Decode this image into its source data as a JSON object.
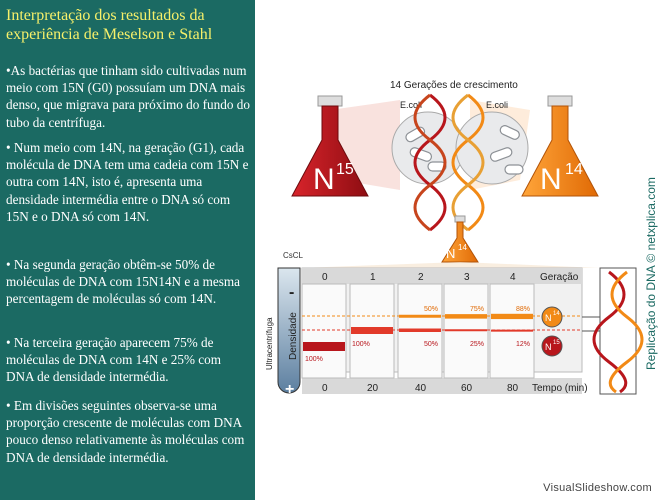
{
  "slide": {
    "title": "Interpretação dos resultados da experiência de Meselson e Stahl",
    "bullets": [
      "•As bactérias que tinham sido cultivadas num meio com 15N (G0) possuíam um DNA mais denso, que migrava para próximo do fundo do tubo da centrífuga.",
      "• Num meio com 14N, na geração (G1), cada molécula de DNA tem uma cadeia com 15N e outra com 14N, isto é, apresenta uma densidade intermédia entre o DNA só com 15N e o DNA só com 14N.",
      "• Na segunda geração obtêm-se 50% de moléculas de DNA com 15N14N e a mesma percentagem de moléculas só com 14N.",
      "• Na terceira geração aparecem 75% de moléculas de DNA com 14N e 25% com DNA de densidade intermédia.",
      "• Em divisões seguintes observa-se uma proporção crescente de moléculas com DNA pouco denso relativamente às moléculas com DNA de densidade intermédia."
    ]
  },
  "figure": {
    "growth_title": "14 Gerações de crescimento",
    "ecoli_left": "E.coli",
    "ecoli_right": "E.coli",
    "flask_left": {
      "base": "N",
      "sup": "15"
    },
    "flask_right": {
      "base": "N",
      "sup": "14"
    },
    "flask_small": {
      "base": "N",
      "sup": "14"
    },
    "cscl": "CsCL",
    "ultracentrifuga": "Ultracentrífuga",
    "densidade": "Densidade",
    "minus": "-",
    "plus": "+",
    "geracao_label": "Geração",
    "tempo_label": "Tempo (min)",
    "generations": [
      "0",
      "1",
      "2",
      "3",
      "4"
    ],
    "times": [
      "0",
      "20",
      "40",
      "60",
      "80"
    ],
    "light_pct": [
      "",
      "",
      "50%",
      "75%",
      "88%"
    ],
    "hybrid_pct": [
      "",
      "100%",
      "50%",
      "25%",
      "12%"
    ],
    "heavy_pct": [
      "100%",
      "",
      "",
      "",
      ""
    ],
    "legend_n14": {
      "base": "N",
      "sup": "14"
    },
    "legend_n15": {
      "base": "N",
      "sup": "15"
    },
    "credit": "Replicação do DNA © netxplica.com",
    "colors": {
      "n15": "#b8161c",
      "n14": "#f28a16",
      "hybrid": "#e23a2a",
      "panel": "#1b6a63"
    }
  },
  "footer": "VisualSlideshow.com"
}
